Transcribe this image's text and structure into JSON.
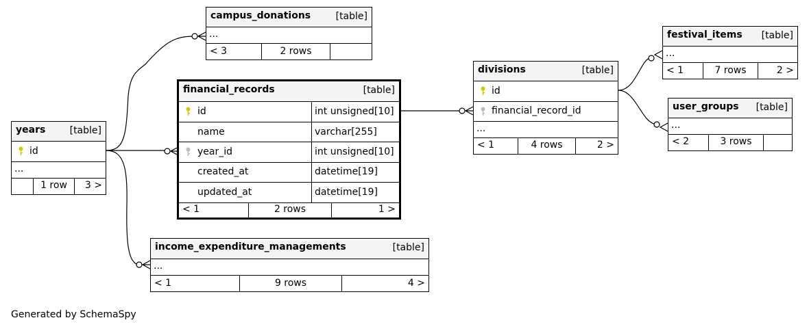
{
  "footer": "Generated by SchemaSpy",
  "colors": {
    "primary_key": "#cccc00",
    "foreign_key": "#bbbbbb",
    "header_bg": "#f4f4f4"
  },
  "kind_label": "[table]",
  "tables": {
    "campus_donations": {
      "name": "campus_donations",
      "more": "...",
      "parents": "< 3",
      "rows": "2 rows",
      "children": ""
    },
    "festival_items": {
      "name": "festival_items",
      "more": "...",
      "parents": "< 1",
      "rows": "7 rows",
      "children": "2 >"
    },
    "financial_records": {
      "name": "financial_records",
      "columns": [
        {
          "name": "id",
          "type": "int unsigned[10]",
          "key": "primary-key-icon"
        },
        {
          "name": "name",
          "type": "varchar[255]",
          "key": ""
        },
        {
          "name": "year_id",
          "type": "int unsigned[10]",
          "key": "foreign-key-icon"
        },
        {
          "name": "created_at",
          "type": "datetime[19]",
          "key": ""
        },
        {
          "name": "updated_at",
          "type": "datetime[19]",
          "key": ""
        }
      ],
      "parents": "< 1",
      "rows": "2 rows",
      "children": "1 >"
    },
    "divisions": {
      "name": "divisions",
      "columns": [
        {
          "name": "id",
          "key": "primary-key-icon"
        },
        {
          "name": "financial_record_id",
          "key": "foreign-key-icon"
        }
      ],
      "more": "...",
      "parents": "< 1",
      "rows": "4 rows",
      "children": "2 >"
    },
    "user_groups": {
      "name": "user_groups",
      "more": "...",
      "parents": "< 2",
      "rows": "3 rows",
      "children": ""
    },
    "years": {
      "name": "years",
      "columns": [
        {
          "name": "id",
          "key": "primary-key-icon"
        }
      ],
      "more": "...",
      "parents": "",
      "rows": "1 row",
      "children": "3 >"
    },
    "income_expenditure_managements": {
      "name": "income_expenditure_managements",
      "more": "...",
      "parents": "< 1",
      "rows": "9 rows",
      "children": "4 >"
    }
  }
}
